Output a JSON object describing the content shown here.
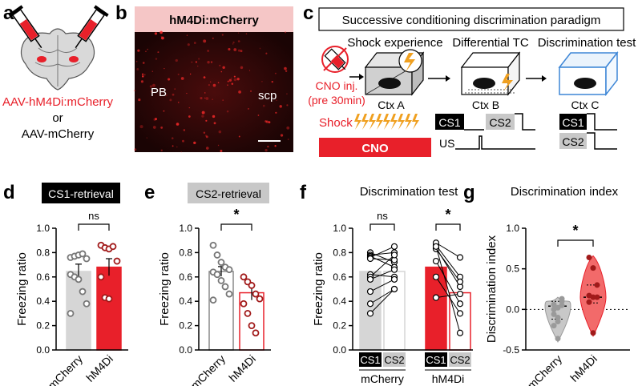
{
  "colors": {
    "red": "#e8202a",
    "light_red": "#f26a6a",
    "dark_red": "#a11a1a",
    "grey": "#d6d6d6",
    "dark_grey": "#8a8a8a",
    "blue": "#3d86d6",
    "pink": "#f5c6c6",
    "mcherry_bg": "#2a0808"
  },
  "panel_a": {
    "letter": "a",
    "construct1": "AAV-hM4Di:mCherry",
    "or": "or",
    "construct2": "AAV-mCherry"
  },
  "panel_b": {
    "letter": "b",
    "header": "hM4Di:mCherry",
    "label_left": "PB",
    "label_right": "scp"
  },
  "panel_c": {
    "letter": "c",
    "title": "Successive conditioning discrimination paradigm",
    "step1": "Shock experience",
    "step2": "Differential TC",
    "step3": "Discrimination test",
    "inj": "CNO inj.",
    "pre": "(pre 30min)",
    "ctx_a": "Ctx A",
    "ctx_b": "Ctx B",
    "ctx_c": "Ctx C",
    "shock": "Shock",
    "cno": "CNO",
    "cs1": "CS1",
    "cs2": "CS2",
    "us": "US"
  },
  "chart_data": [
    {
      "panel": "d",
      "type": "bar",
      "title": "CS1-retrieval",
      "ylabel": "Freezing ratio",
      "ylim": [
        0,
        1
      ],
      "yticks": [
        "0.0",
        "0.2",
        "0.4",
        "0.6",
        "0.8",
        "1.0"
      ],
      "categories": [
        "mCherry",
        "hM4Di"
      ],
      "values": [
        0.645,
        0.68
      ],
      "sem": [
        0.06,
        0.07
      ],
      "significance": "ns",
      "points": [
        [
          0.76,
          0.77,
          0.78,
          0.79,
          0.75,
          0.62,
          0.6,
          0.58,
          0.48,
          0.38,
          0.3
        ],
        [
          0.86,
          0.84,
          0.83,
          0.85,
          0.73,
          0.6,
          0.43,
          0.42
        ]
      ]
    },
    {
      "panel": "e",
      "type": "bar",
      "title": "CS2-retrieval",
      "ylabel": "Freezing ratio",
      "ylim": [
        0,
        1
      ],
      "yticks": [
        "0.0",
        "0.2",
        "0.4",
        "0.6",
        "0.8",
        "1.0"
      ],
      "categories": [
        "mCherry",
        "hM4Di"
      ],
      "values": [
        0.645,
        0.47
      ],
      "sem": [
        0.04,
        0.06
      ],
      "significance": "*",
      "points": [
        [
          0.86,
          0.78,
          0.72,
          0.68,
          0.66,
          0.64,
          0.62,
          0.57,
          0.52,
          0.46,
          0.41
        ],
        [
          0.6,
          0.56,
          0.53,
          0.46,
          0.42,
          0.38,
          0.3,
          0.2,
          0.14
        ]
      ]
    },
    {
      "panel": "f",
      "type": "bar",
      "title": "Discrimination test",
      "ylabel": "Freezing ratio",
      "ylim": [
        0,
        1
      ],
      "yticks": [
        "0.0",
        "0.2",
        "0.4",
        "0.6",
        "0.8",
        "1.0"
      ],
      "groups": [
        "mCherry",
        "hM4Di"
      ],
      "conditions": [
        "CS1",
        "CS2"
      ],
      "values": [
        [
          0.645,
          0.645
        ],
        [
          0.68,
          0.47
        ]
      ],
      "significance": [
        "ns",
        "*"
      ],
      "pairs": [
        [
          [
            0.8,
            0.72
          ],
          [
            0.78,
            0.8
          ],
          [
            0.77,
            0.68
          ],
          [
            0.76,
            0.85
          ],
          [
            0.75,
            0.74
          ],
          [
            0.62,
            0.6
          ],
          [
            0.6,
            0.78
          ],
          [
            0.58,
            0.66
          ],
          [
            0.48,
            0.58
          ],
          [
            0.38,
            0.5
          ],
          [
            0.3,
            0.5
          ]
        ],
        [
          [
            0.86,
            0.6
          ],
          [
            0.88,
            0.76
          ],
          [
            0.84,
            0.52
          ],
          [
            0.83,
            0.56
          ],
          [
            0.85,
            0.14
          ],
          [
            0.73,
            0.38
          ],
          [
            0.6,
            0.3
          ],
          [
            0.43,
            0.46
          ]
        ]
      ]
    },
    {
      "panel": "g",
      "type": "violin",
      "title": "Discrimination index",
      "ylabel": "Discrimination index",
      "ylim": [
        -0.5,
        1
      ],
      "yticks": [
        "-0.5",
        "0.0",
        "0.5",
        "1.0"
      ],
      "categories": [
        "mCherry",
        "hM4Di"
      ],
      "significance": "*",
      "medians": [
        0.04,
        0.15
      ],
      "quartiles": [
        [
          -0.12,
          0.1
        ],
        [
          0.08,
          0.3
        ]
      ],
      "points": [
        [
          0.06,
          0.02,
          0.13,
          -0.06,
          -0.1,
          0.1,
          -0.2,
          -0.36,
          0.05,
          0.0,
          -0.15
        ],
        [
          0.64,
          0.51,
          0.3,
          0.17,
          0.15,
          0.15,
          0.09,
          -0.29
        ]
      ]
    }
  ]
}
